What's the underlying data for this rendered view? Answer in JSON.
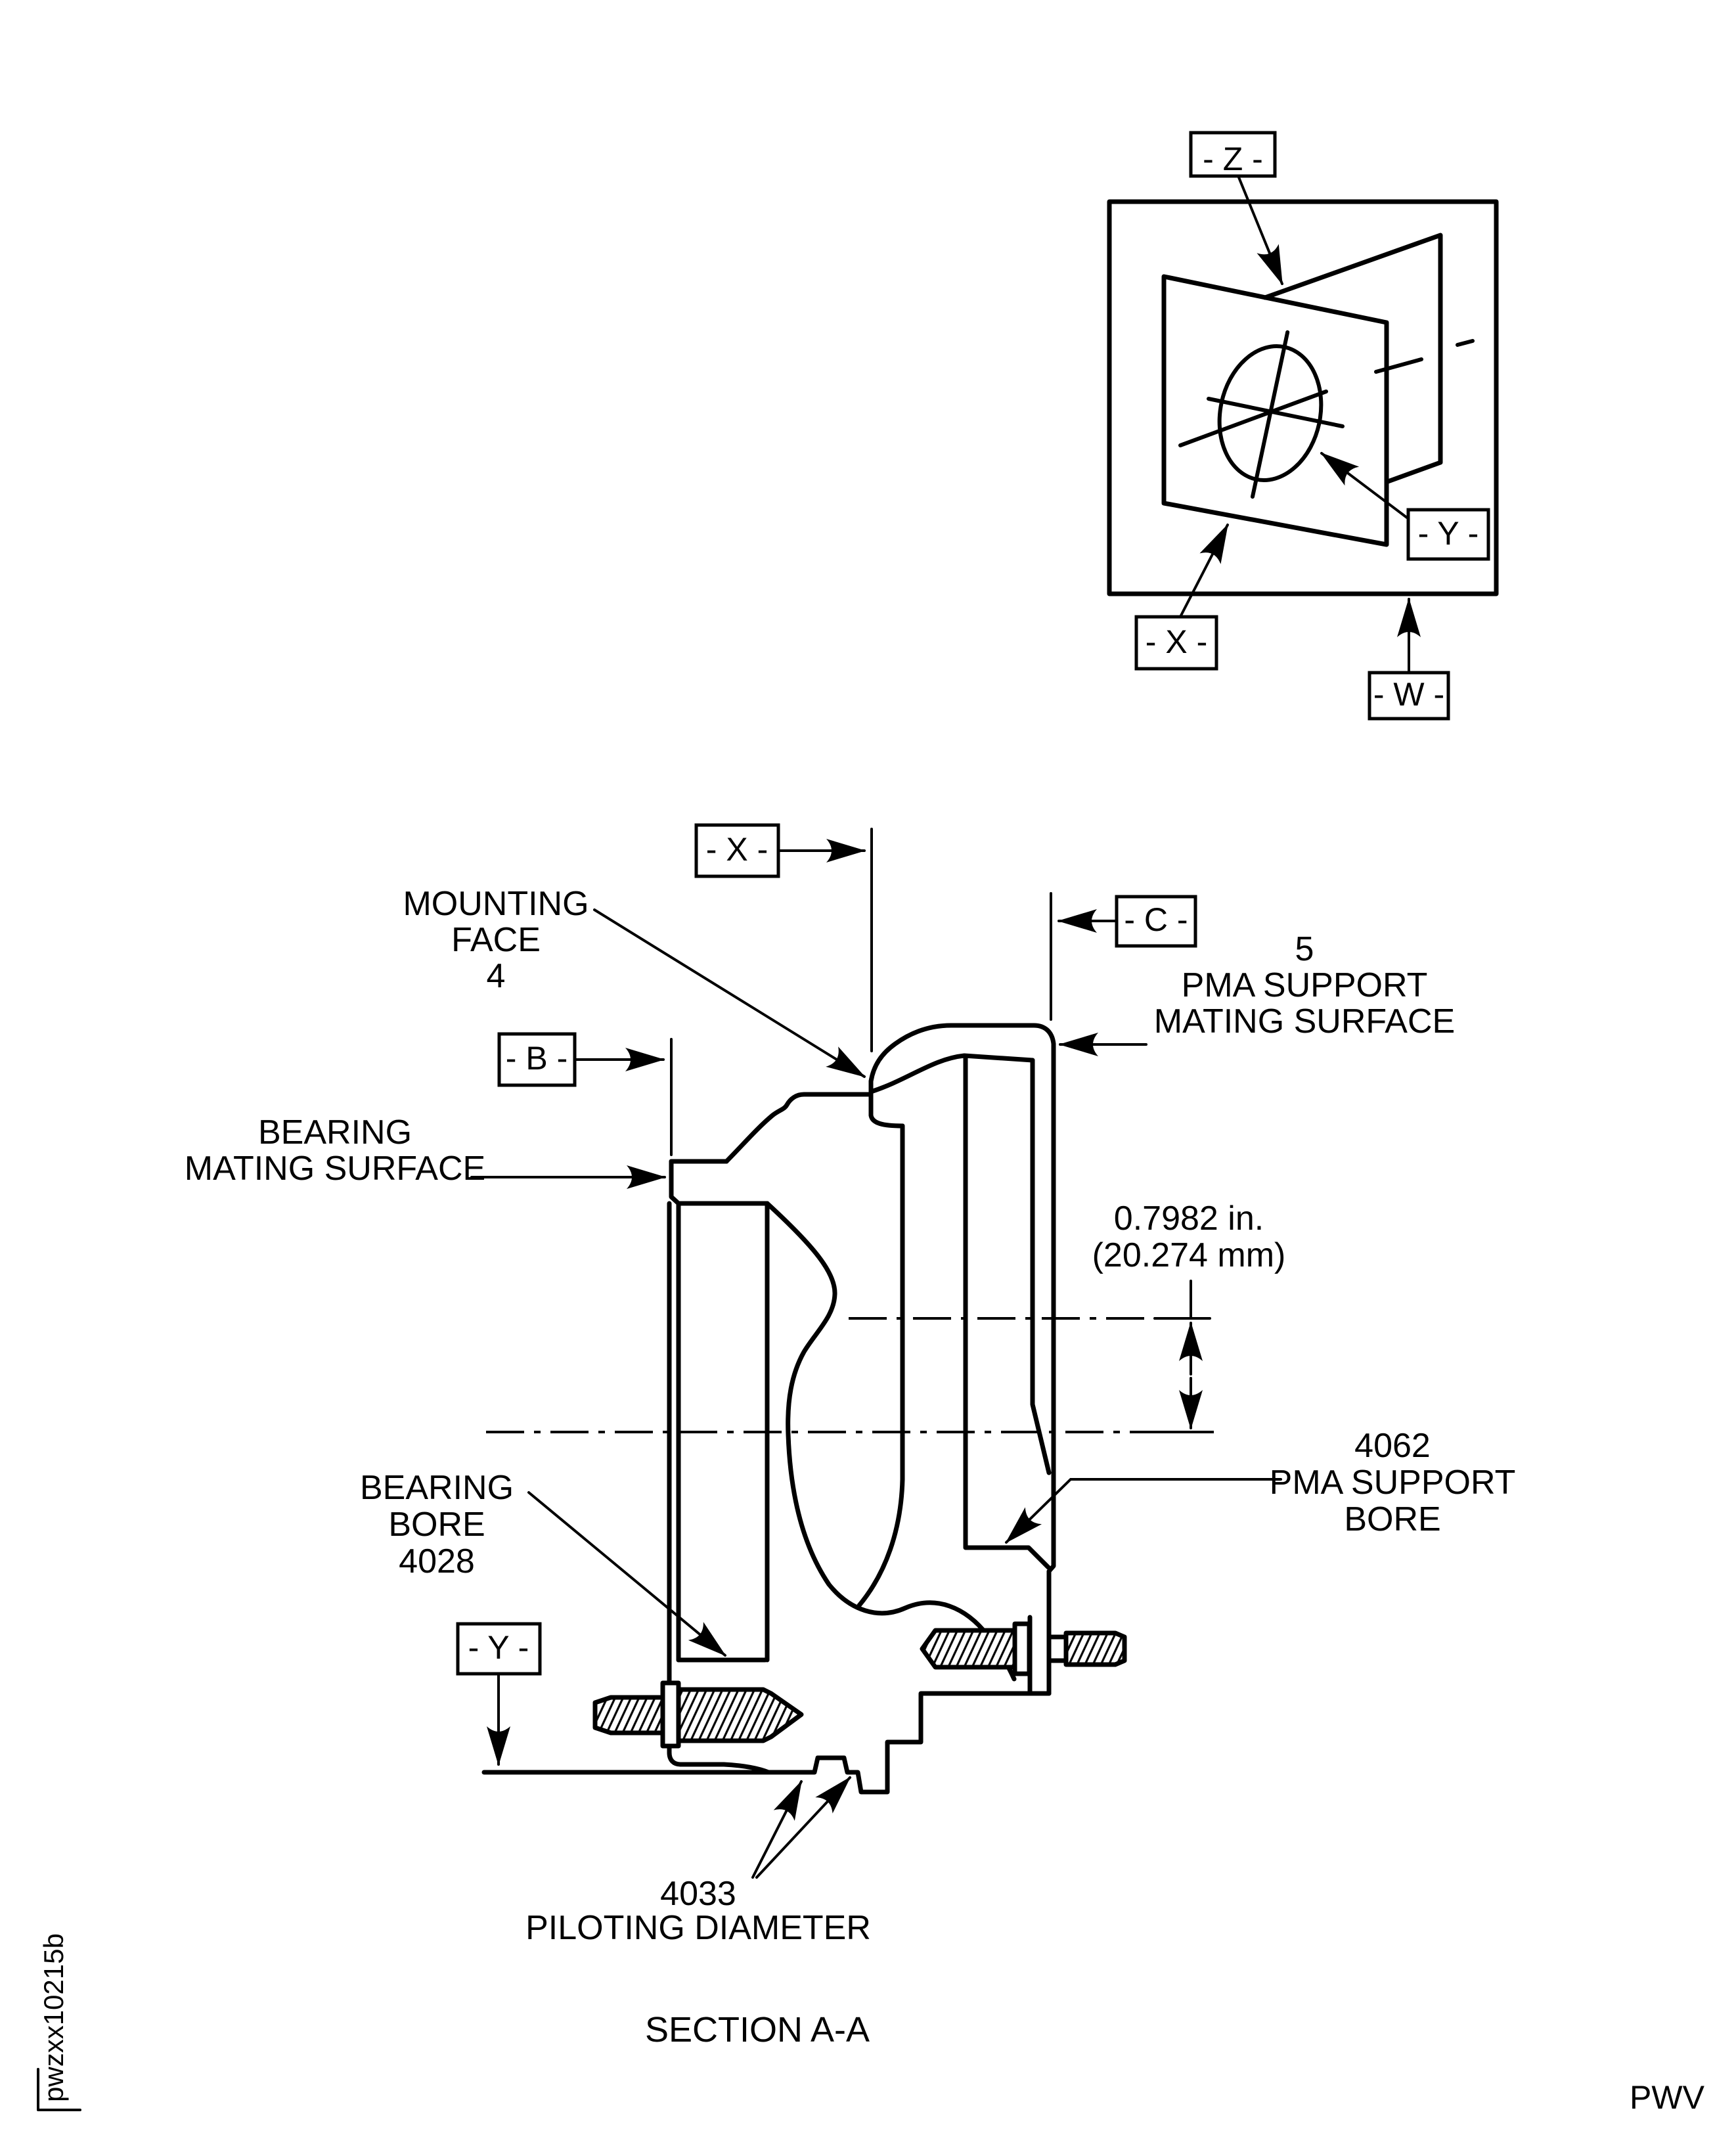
{
  "document": {
    "section_title": "SECTION A-A",
    "drawing_code": "pwzxx10215b",
    "page_code": "PWV"
  },
  "colors": {
    "ink": "#000000",
    "paper": "#ffffff"
  },
  "datum_frame": {
    "z_label": "- Z -",
    "y_label": "- Y -",
    "x_label": "- X -",
    "w_label": "- W -"
  },
  "datums": {
    "x_label": "- X -",
    "b_label": "- B -",
    "c_label": "- C -",
    "y_label": "- Y -"
  },
  "callouts": {
    "mounting_face": {
      "lines": [
        "MOUNTING",
        "FACE",
        "4"
      ]
    },
    "pma_mating_surface": {
      "lines": [
        "5",
        "PMA SUPPORT",
        "MATING SURFACE"
      ]
    },
    "bearing_mating_surface": {
      "lines": [
        "BEARING",
        "MATING SURFACE"
      ]
    },
    "bearing_bore": {
      "lines": [
        "BEARING",
        "BORE",
        "4028"
      ]
    },
    "pma_support_bore": {
      "lines": [
        "4062",
        "PMA SUPPORT",
        "BORE"
      ]
    },
    "piloting_diameter": {
      "lines": [
        "4033",
        "PILOTING DIAMETER"
      ]
    },
    "offset_dimension": {
      "lines": [
        "0.7982 in.",
        "(20.274 mm)"
      ]
    }
  }
}
